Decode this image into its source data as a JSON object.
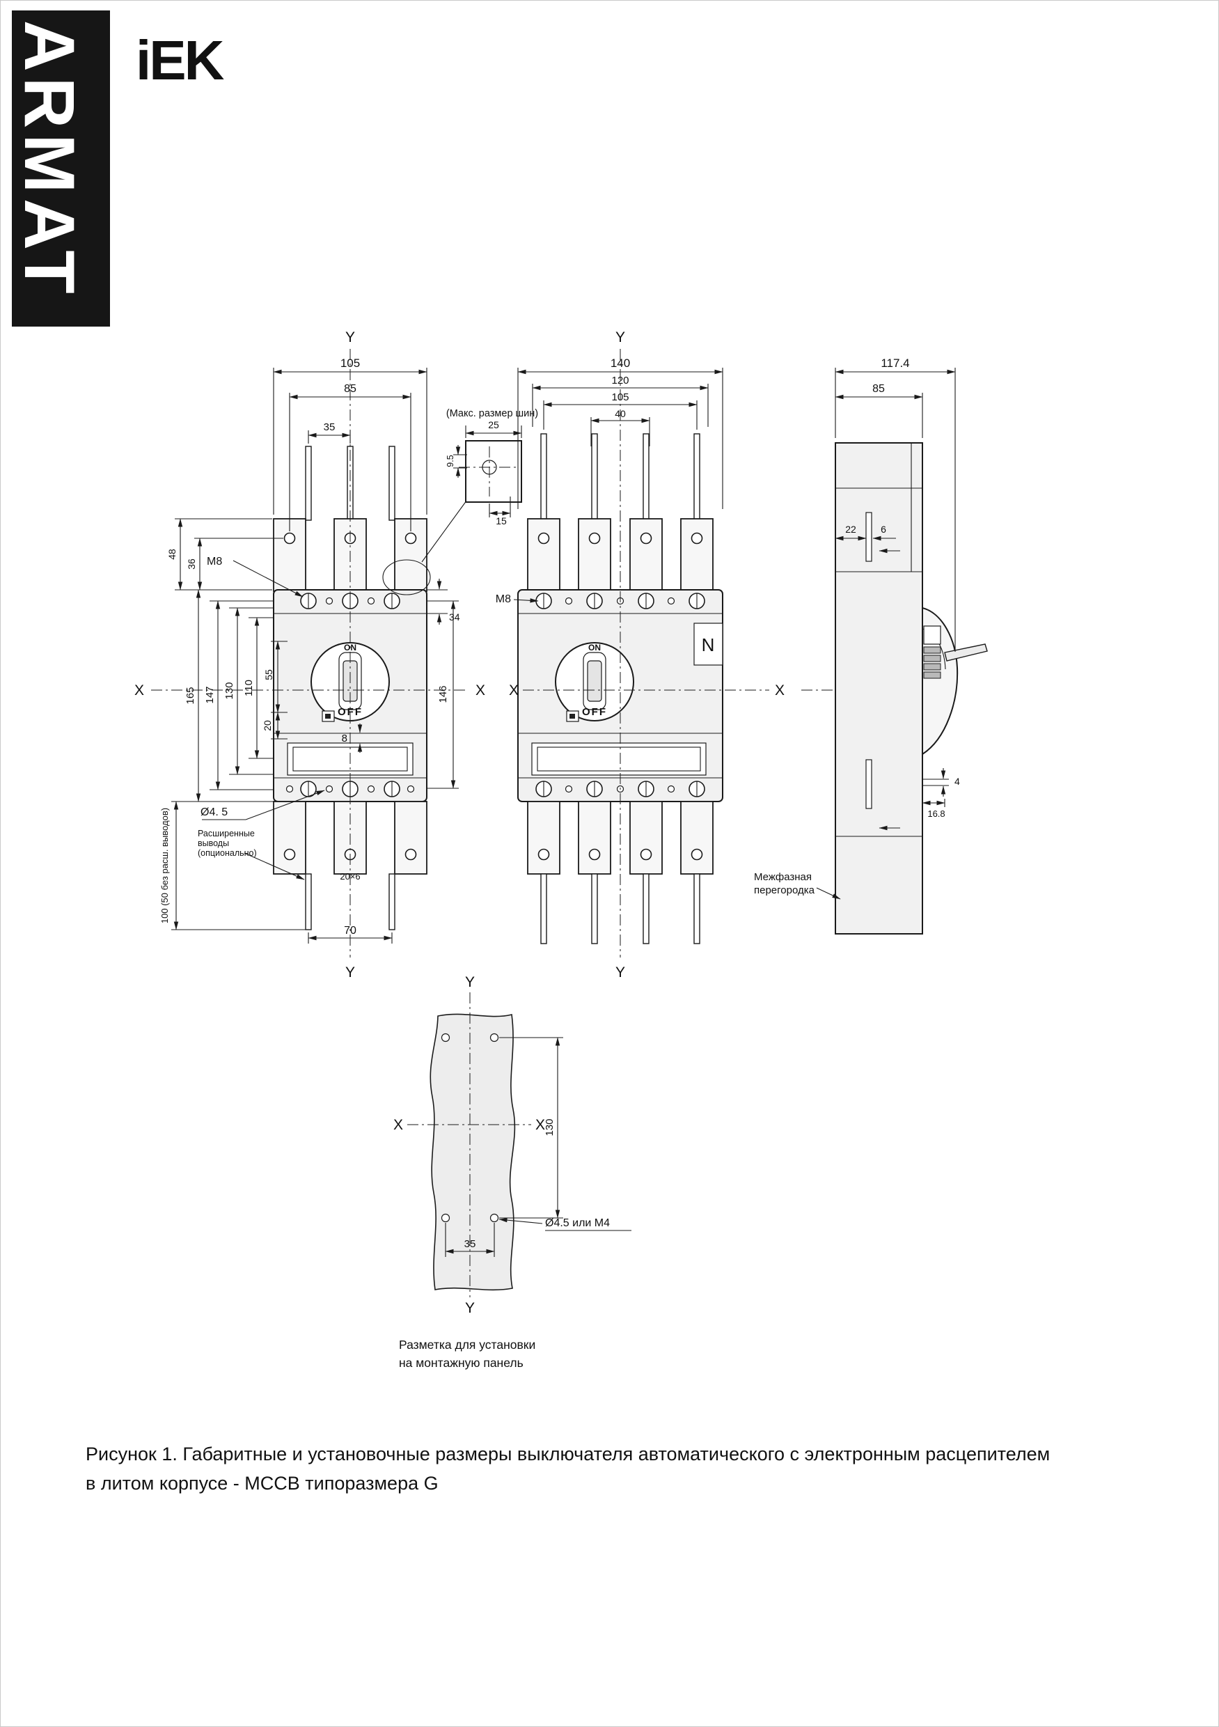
{
  "brand": {
    "vertical": "ARMAT",
    "logo": "iEK"
  },
  "axes": {
    "x": "X",
    "y": "Y"
  },
  "front": {
    "d105": "105",
    "d85": "85",
    "d35": "35",
    "d48": "48",
    "d36": "36",
    "m8": "M8",
    "d34": "34",
    "d165": "165",
    "d147": "147",
    "d130": "130",
    "d110": "110",
    "d55": "55",
    "d20": "20",
    "d8": "8",
    "d146": "146",
    "on": "ON",
    "off": "OFF",
    "dia45": "Ø4. 5",
    "ext1": "Расширенные",
    "ext2": "выводы",
    "ext3": "(опционально)",
    "d100": "100 (50 без расш. выводов)",
    "d20x6": "20×6",
    "d70": "70"
  },
  "detail": {
    "title": "(Макс. размер шин)",
    "d25": "25",
    "d95": "9.5",
    "d15": "15"
  },
  "quad": {
    "d140": "140",
    "d120": "120",
    "d105": "105",
    "d40": "40",
    "m8": "M8",
    "n": "N",
    "on": "ON",
    "off": "OFF"
  },
  "side": {
    "d1174": "117.4",
    "d85": "85",
    "d22": "22",
    "d6": "6",
    "d4": "4",
    "d168": "16.8",
    "part1": "Межфазная",
    "part2": "перегородка"
  },
  "template": {
    "d130": "130",
    "dia": "Ø4.5 или M4",
    "d35": "35",
    "cap1": "Разметка для установки",
    "cap2": "на монтажную панель"
  },
  "caption": {
    "line1": "Рисунок 1. Габаритные и установочные размеры выключателя автоматического с электронным расцепителем",
    "line2": "в литом корпусе - MCCB типоразмера G"
  }
}
